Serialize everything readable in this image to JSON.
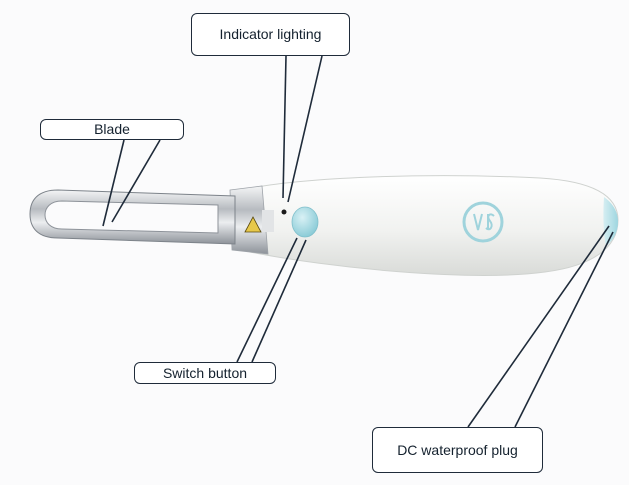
{
  "labels": {
    "indicator": "Indicator lighting",
    "blade": "Blade",
    "switch": "Switch button",
    "dc_plug": "DC waterproof plug"
  },
  "colors": {
    "handle": "#f1f2f0",
    "cap": "#bfe3ea",
    "button": "#9fd6e0",
    "logo": "#9fd3dc",
    "metal": "#c9ccd0",
    "leader": "#1f2b3a",
    "warning_label": "#e7c84a"
  },
  "icons": {
    "logo": "circular-brand-logo",
    "warning": "warning-triangle-sticker"
  }
}
